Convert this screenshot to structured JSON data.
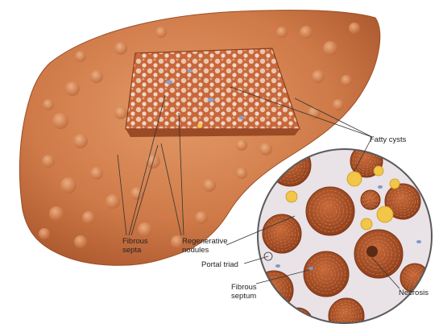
{
  "labels": {
    "fatty_cysts": "Fatty cysts",
    "fibrous_septa_1": "Fibrous",
    "fibrous_septa_2": "septa",
    "regenerative_nodules_1": "Regenerative",
    "regenerative_nodules_2": "nodules",
    "portal_triad": "Portal triad",
    "fibrous_septum_1": "Fibrous",
    "fibrous_septum_2": "septum",
    "necrosis": "Necrosis"
  },
  "colors": {
    "liver_base": "#cf7a48",
    "liver_shadow": "#a8552c",
    "nodule": "#b5562a",
    "septum": "#e9e2e6",
    "fat": "#f2c646",
    "leader": "#333333"
  }
}
